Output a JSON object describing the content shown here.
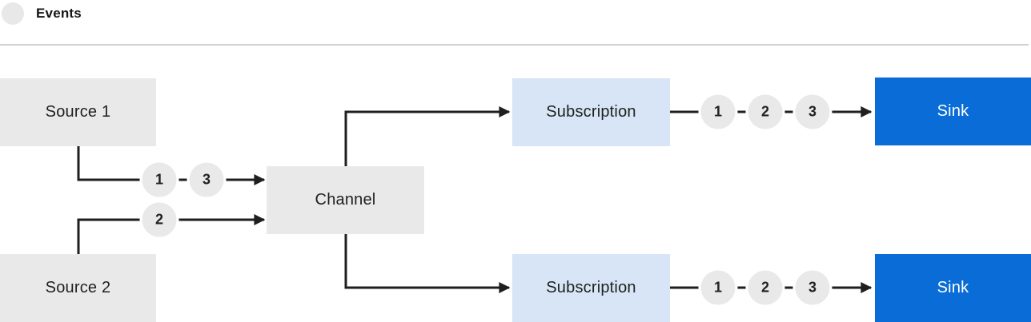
{
  "legend": {
    "label": "Events"
  },
  "colors": {
    "node_gray": "#e9e9e9",
    "subscription_blue": "#d7e5f6",
    "sink_blue": "#0a6cd6",
    "line": "#1f1f1f",
    "divider": "#d1d1d1",
    "text_dark": "#1f1f1f",
    "text_light": "#ffffff",
    "event_circle": "#e9e9e9",
    "legend_swatch": "#e8e8e8"
  },
  "nodes": {
    "source1": {
      "label": "Source 1"
    },
    "source2": {
      "label": "Source 2"
    },
    "channel": {
      "label": "Channel"
    },
    "subscription_top": {
      "label": "Subscription"
    },
    "subscription_bottom": {
      "label": "Subscription"
    },
    "sink_top": {
      "label": "Sink"
    },
    "sink_bottom": {
      "label": "Sink"
    }
  },
  "event_markers": {
    "source1_to_channel": [
      "1",
      "3"
    ],
    "source2_to_channel": [
      "2"
    ],
    "subscription_top_to_sink": [
      "1",
      "2",
      "3"
    ],
    "subscription_bottom_to_sink": [
      "1",
      "2",
      "3"
    ]
  }
}
